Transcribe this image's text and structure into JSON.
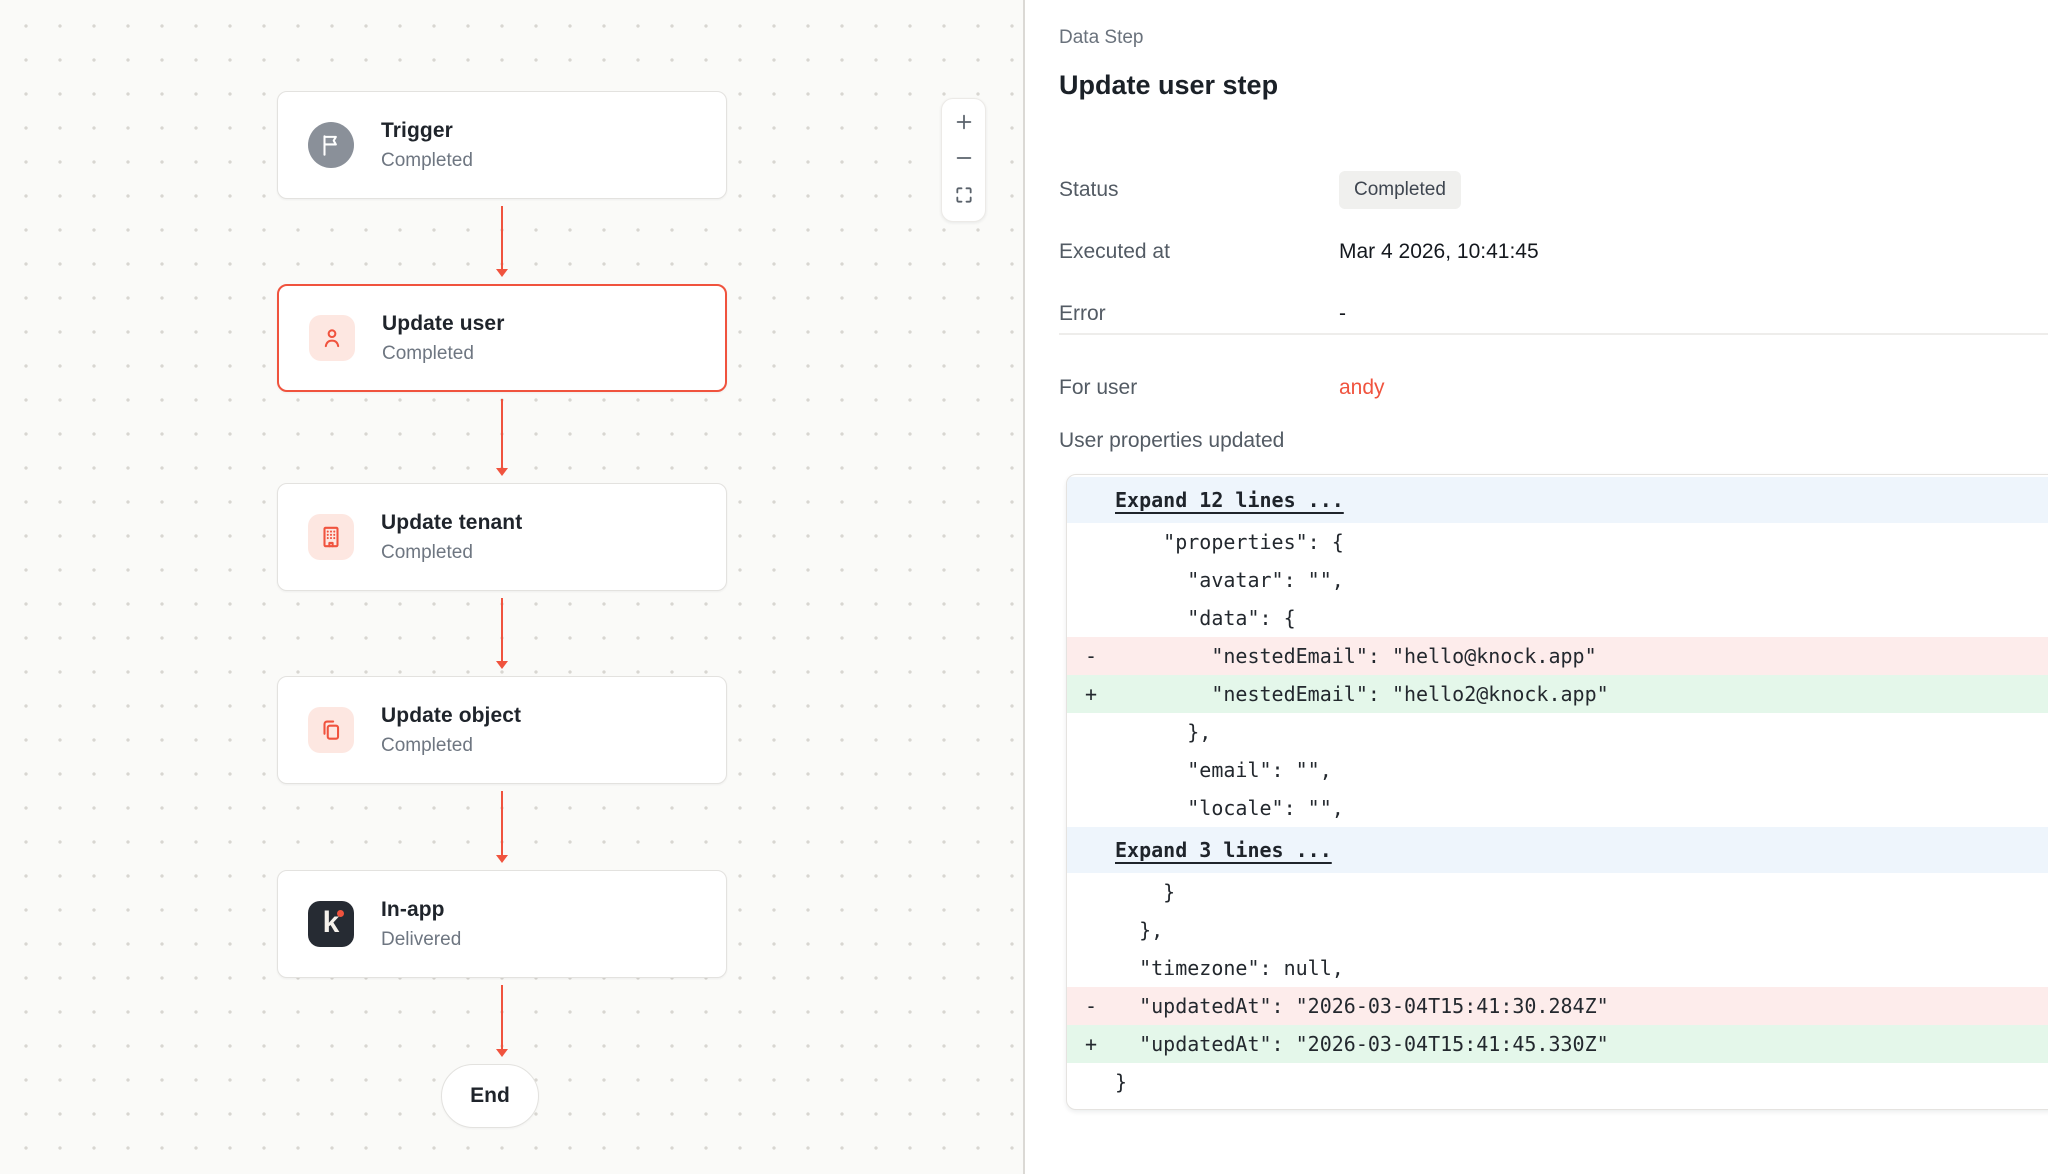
{
  "canvas": {
    "nodes": [
      {
        "title": "Trigger",
        "status": "Completed",
        "icon": "flag-icon",
        "variant": "gray",
        "selected": false
      },
      {
        "title": "Update user",
        "status": "Completed",
        "icon": "user-icon",
        "variant": "red",
        "selected": true
      },
      {
        "title": "Update tenant",
        "status": "Completed",
        "icon": "building-icon",
        "variant": "red",
        "selected": false
      },
      {
        "title": "Update object",
        "status": "Completed",
        "icon": "copy-icon",
        "variant": "red",
        "selected": false
      },
      {
        "title": "In-app",
        "status": "Delivered",
        "icon": "knock-logo-icon",
        "variant": "dark",
        "selected": false
      }
    ],
    "end_label": "End",
    "zoom_controls": [
      {
        "name": "zoom-in-button",
        "icon": "plus-icon"
      },
      {
        "name": "zoom-out-button",
        "icon": "minus-icon"
      },
      {
        "name": "fit-view-button",
        "icon": "fit-view-icon"
      }
    ]
  },
  "panel": {
    "kicker": "Data Step",
    "title": "Update user step",
    "fields": [
      {
        "label": "Status",
        "value": "Completed",
        "badge": true
      },
      {
        "label": "Executed at",
        "value": "Mar 4 2026, 10:41:45",
        "badge": false
      },
      {
        "label": "Error",
        "value": "-",
        "badge": false
      }
    ],
    "for_user_label": "For user",
    "for_user_value": "andy",
    "diff_title": "User properties updated",
    "diff_lines": [
      {
        "type": "expand",
        "text": "Expand 12 lines ..."
      },
      {
        "type": "context",
        "text": "    \"properties\": {"
      },
      {
        "type": "context",
        "text": "      \"avatar\": \"\","
      },
      {
        "type": "context",
        "text": "      \"data\": {"
      },
      {
        "type": "del",
        "text": "        \"nestedEmail\": \"hello@knock.app\""
      },
      {
        "type": "add",
        "text": "        \"nestedEmail\": \"hello2@knock.app\""
      },
      {
        "type": "context",
        "text": "      },"
      },
      {
        "type": "context",
        "text": "      \"email\": \"\","
      },
      {
        "type": "context",
        "text": "      \"locale\": \"\","
      },
      {
        "type": "expand",
        "text": "Expand 3 lines ..."
      },
      {
        "type": "context",
        "text": "    }"
      },
      {
        "type": "context",
        "text": "  },"
      },
      {
        "type": "context",
        "text": "  \"timezone\": null,"
      },
      {
        "type": "del",
        "text": "  \"updatedAt\": \"2026-03-04T15:41:30.284Z\""
      },
      {
        "type": "add",
        "text": "  \"updatedAt\": \"2026-03-04T15:41:45.330Z\""
      },
      {
        "type": "context",
        "text": "}"
      }
    ],
    "del_marker": "-",
    "add_marker": "+"
  },
  "colors": {
    "accent": "#F0533E",
    "canvas_bg": "#FAFAF8",
    "node_dark": "#262B33",
    "icon_bg": "#FDE7E1",
    "badge_bg": "#F0F0EE",
    "expand_bg": "#EEF5FC",
    "diff_del_bg": "#FDECEB",
    "diff_add_bg": "#E4F7EA"
  }
}
